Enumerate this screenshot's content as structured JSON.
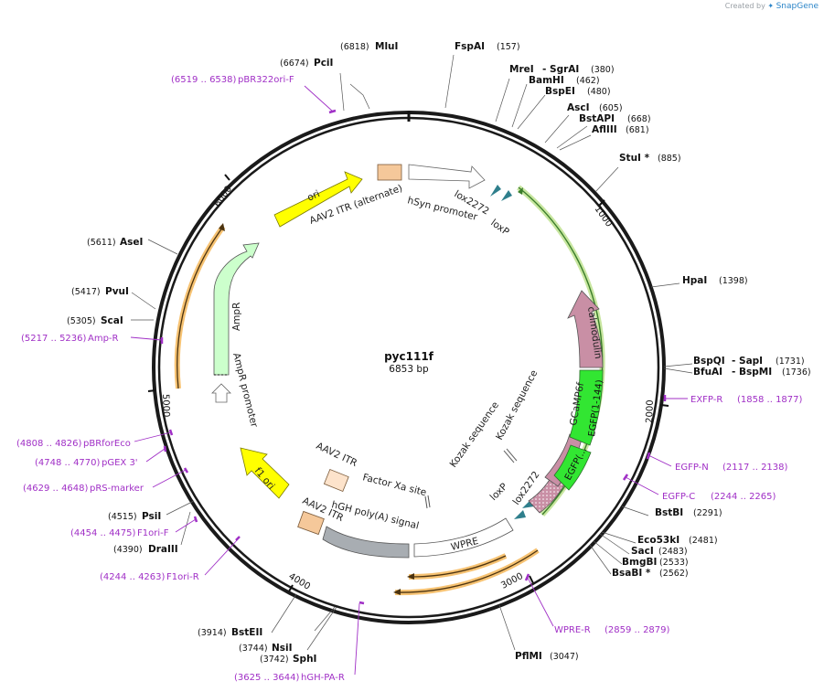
{
  "header": {
    "credit_prefix": "Created by",
    "brand": "SnapGene"
  },
  "plasmid": {
    "name": "pyc111f",
    "length": "6853 bp"
  },
  "ticks": [
    "1000",
    "2000",
    "3000",
    "4000",
    "5000",
    "6000"
  ],
  "enzymes": [
    {
      "name": "MluI",
      "pos": "(6818)"
    },
    {
      "name": "FspAI",
      "pos": "(157)"
    },
    {
      "name": "PciI",
      "pos": "(6674)"
    },
    {
      "name": "MreI",
      "extra": "SgrAI",
      "pos": "(380)"
    },
    {
      "name": "BamHI",
      "pos": "(462)"
    },
    {
      "name": "BspEI",
      "pos": "(480)"
    },
    {
      "name": "AscI",
      "pos": "(605)"
    },
    {
      "name": "BstAPI",
      "pos": "(668)"
    },
    {
      "name": "AflIII",
      "pos": "(681)"
    },
    {
      "name": "StuI *",
      "pos": "(885)"
    },
    {
      "name": "HpaI",
      "pos": "(1398)"
    },
    {
      "name": "BspQI",
      "extra": "SapI",
      "pos": "(1731)"
    },
    {
      "name": "BfuAI",
      "extra": "BspMI",
      "pos": "(1736)"
    },
    {
      "name": "BstBI",
      "pos": "(2291)"
    },
    {
      "name": "Eco53kI",
      "pos": "(2481)"
    },
    {
      "name": "SacI",
      "pos": "(2483)"
    },
    {
      "name": "BmgBI",
      "pos": "(2533)"
    },
    {
      "name": "BsaBI *",
      "pos": "(2562)"
    },
    {
      "name": "PflMI",
      "pos": "(3047)"
    },
    {
      "name": "SphI",
      "pos": "(3742)"
    },
    {
      "name": "NsiI",
      "pos": "(3744)"
    },
    {
      "name": "BstEII",
      "pos": "(3914)"
    },
    {
      "name": "DraIII",
      "pos": "(4390)"
    },
    {
      "name": "PsiI",
      "pos": "(4515)"
    },
    {
      "name": "ScaI",
      "pos": "(5305)"
    },
    {
      "name": "PvuI",
      "pos": "(5417)"
    },
    {
      "name": "AseI",
      "pos": "(5611)"
    }
  ],
  "primers": [
    {
      "name": "pBR322ori-F",
      "range": "(6519 .. 6538)"
    },
    {
      "name": "EXFP-R",
      "range": "(1858 .. 1877)"
    },
    {
      "name": "EGFP-N",
      "range": "(2117 .. 2138)"
    },
    {
      "name": "EGFP-C",
      "range": "(2244 .. 2265)"
    },
    {
      "name": "WPRE-R",
      "range": "(2859 .. 2879)"
    },
    {
      "name": "hGH-PA-R",
      "range": "(3625 .. 3644)"
    },
    {
      "name": "F1ori-R",
      "range": "(4244 .. 4263)"
    },
    {
      "name": "F1ori-F",
      "range": "(4454 .. 4475)"
    },
    {
      "name": "pRS-marker",
      "range": "(4629 .. 4648)"
    },
    {
      "name": "pGEX 3'",
      "range": "(4748 .. 4770)"
    },
    {
      "name": "pBRforEco",
      "range": "(4808 .. 4826)"
    },
    {
      "name": "Amp-R",
      "range": "(5217 .. 5236)"
    }
  ],
  "features": {
    "ori": "ori",
    "itr_alt": "AAV2 ITR (alternate)",
    "hsyn": "hSyn promoter",
    "lox2272_top": "lox2272",
    "loxp_top": "loxP",
    "ampr": "AmpR",
    "ampr_promoter": "AmpR promoter",
    "f1ori": "f1 ori",
    "itr1": "AAV2 ITR",
    "itr2": "AAV2 ITR",
    "factorxa": "Factor Xa site",
    "hgh": "hGH poly(A) signal",
    "wpre": "WPRE",
    "loxp_bottom": "loxP",
    "lox2272_bottom": "lox2272",
    "kozak1": "Kozak sequence",
    "kozak2": "Kozak sequence",
    "gcamp": "GCaMP6f",
    "egfp1": "EGFP(1-144)",
    "egfp2": "EGFP(...",
    "calmodulin": "calmodulin"
  },
  "colors": {
    "enzyme": "#111111",
    "primer": "#a02fc6",
    "ori": "#ffff00",
    "egfp": "#32e632",
    "ampr": "#ccffcc",
    "calmodulin": "#c98fa5",
    "itr": "#f5c89a",
    "polyA": "#a8adb2",
    "lox": "#2f7f8c",
    "orange_highlight": "#f6c272"
  }
}
